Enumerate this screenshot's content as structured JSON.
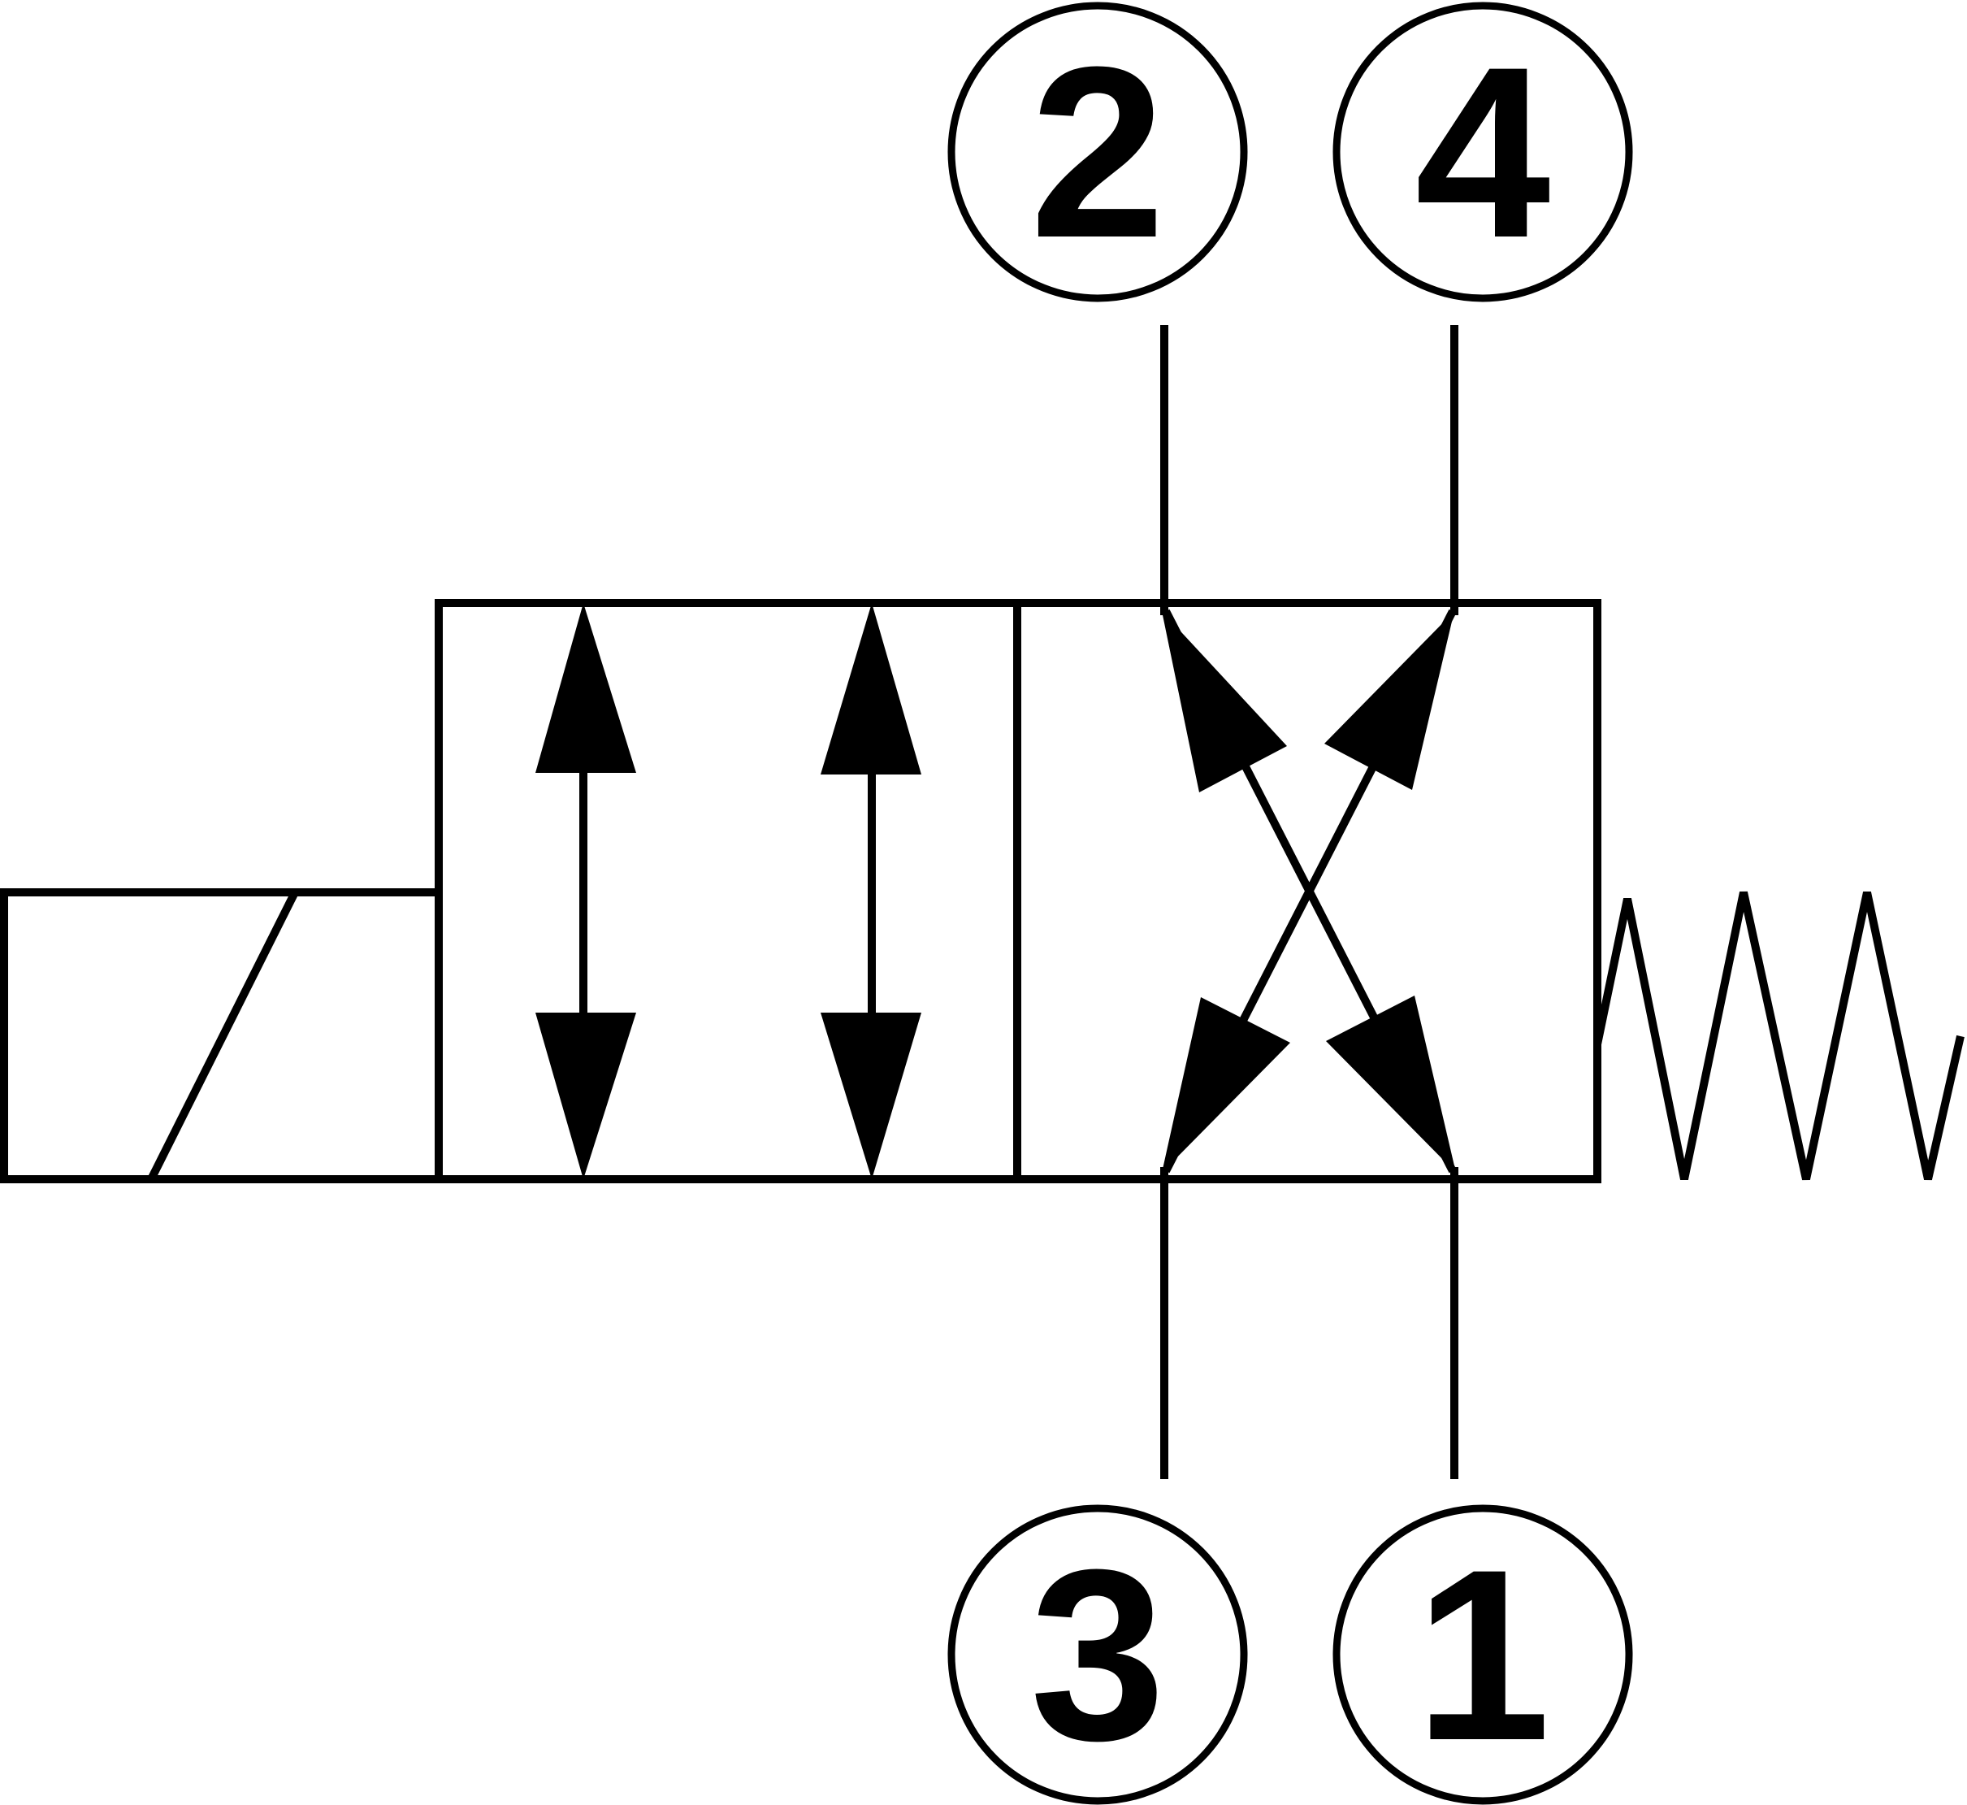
{
  "ports": {
    "top_left": "2",
    "top_right": "4",
    "bottom_left": "3",
    "bottom_right": "1"
  }
}
